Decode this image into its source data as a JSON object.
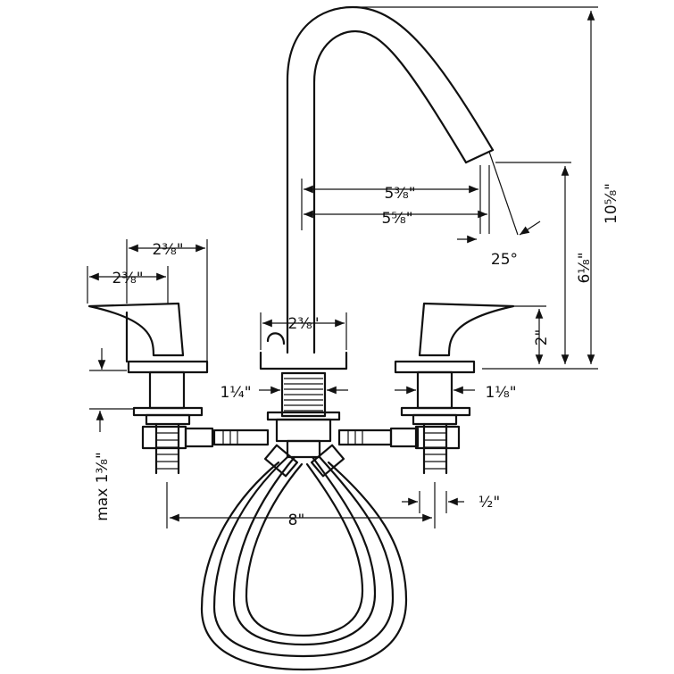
{
  "dimensions": {
    "total_height": "10⁵⁄₈\"",
    "spout_height": "6¹⁄₈\"",
    "handle_height": "2\"",
    "spout_reach_inner": "5³⁄₈\"",
    "spout_reach_outer": "5⁵⁄₈\"",
    "spout_angle": "25°",
    "handle_width_back": "2³⁄₈\"",
    "handle_width_front": "2³⁄₈\"",
    "spout_base_width": "2³⁄₈\"",
    "spout_shank": "1¹⁄₄\"",
    "handle_shank": "1¹⁄₈\"",
    "center_spread": "8\"",
    "connection": "¹⁄₂\"",
    "max_deck_thickness": "max 1³⁄₈\""
  }
}
